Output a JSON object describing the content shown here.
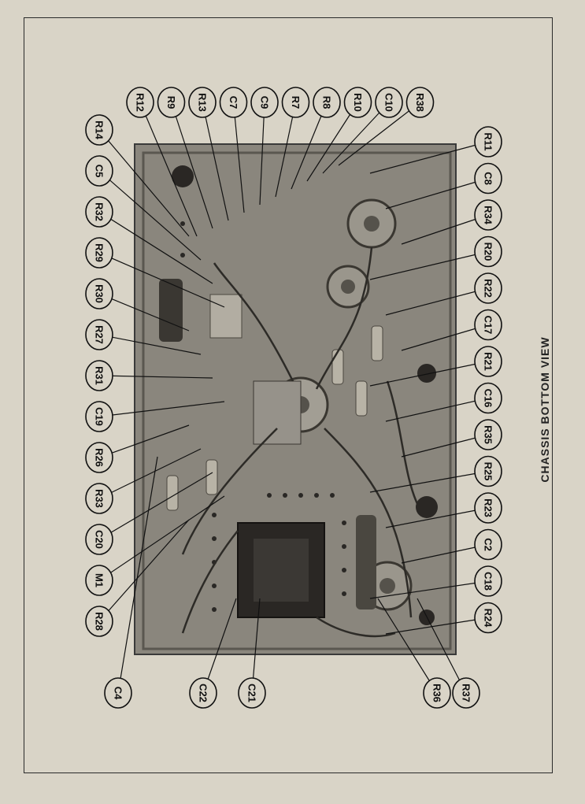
{
  "caption": "CHASSIS BOTTOM VIEW",
  "colors": {
    "paper": "#d9d4c7",
    "ink": "#111111",
    "chassis": "#7d7a73"
  },
  "callouts": {
    "top": [
      "R12",
      "R9",
      "R13",
      "C7",
      "C9",
      "R7",
      "R8",
      "R10",
      "C10",
      "R38"
    ],
    "right_upper": [
      "R11",
      "C8",
      "R34",
      "R20",
      "R22",
      "C17",
      "R21",
      "C16",
      "R35",
      "R25",
      "R23",
      "C2",
      "C18",
      "R24"
    ],
    "left": [
      "R14",
      "C5",
      "R32",
      "R29",
      "R30",
      "R27",
      "R31",
      "C19",
      "R26",
      "R33",
      "C20",
      "M1",
      "R28"
    ],
    "bottom": [
      "C4",
      "C22",
      "C21",
      "R36",
      "R37"
    ]
  }
}
